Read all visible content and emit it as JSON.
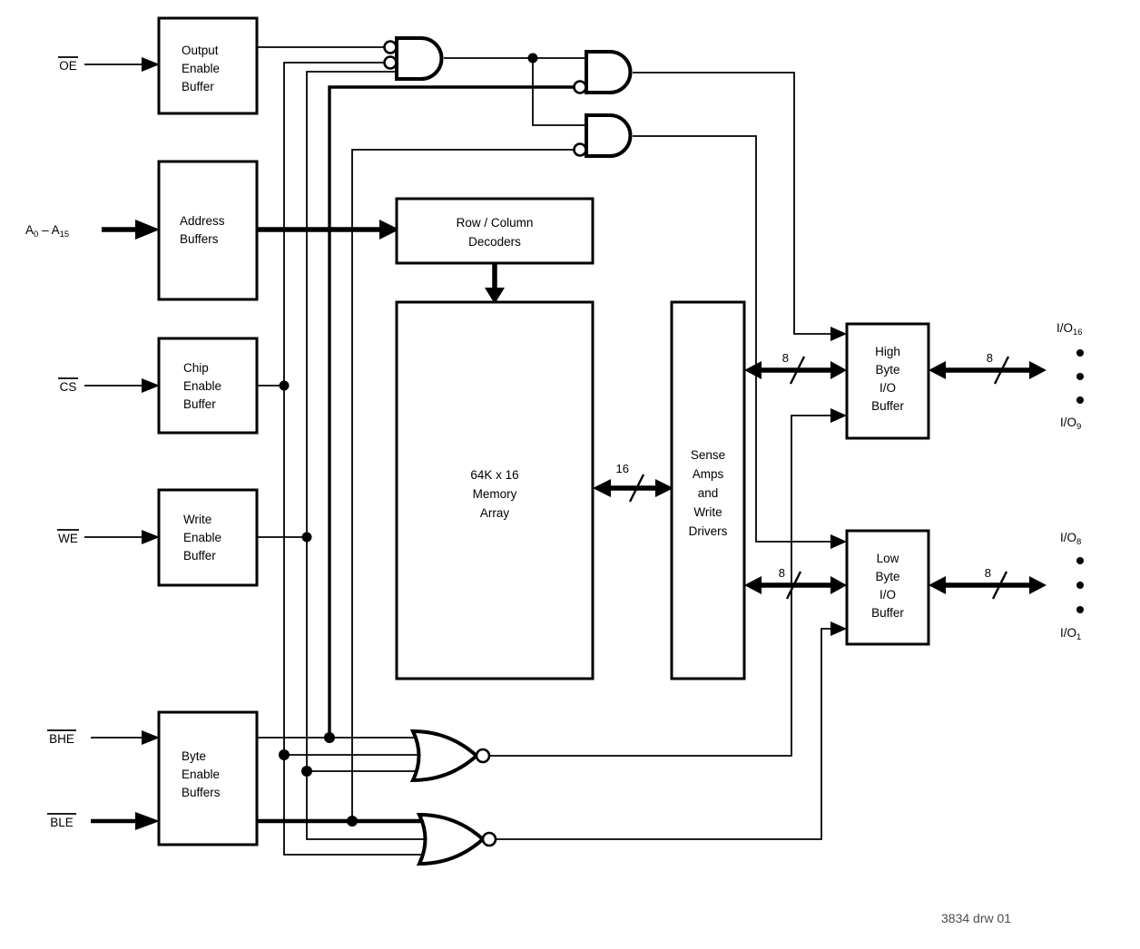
{
  "signals": {
    "oe": {
      "label": "OE"
    },
    "addr": {
      "p1": "A",
      "s1": "0",
      "p2": " – A",
      "s2": "15"
    },
    "cs": {
      "label": "CS"
    },
    "we": {
      "label": "WE"
    },
    "bhe": {
      "label": "BHE"
    },
    "ble": {
      "label": "BLE"
    }
  },
  "blocks": {
    "output_enable_buffer": {
      "lines": [
        "Output",
        "Enable",
        "Buffer"
      ]
    },
    "address_buffers": {
      "lines": [
        "Address",
        "Buffers"
      ]
    },
    "chip_enable_buffer": {
      "lines": [
        "Chip",
        "Enable",
        "Buffer"
      ]
    },
    "write_enable_buffer": {
      "lines": [
        "Write",
        "Enable",
        "Buffer"
      ]
    },
    "byte_enable_buffers": {
      "lines": [
        "Byte",
        "Enable",
        "Buffers"
      ]
    },
    "row_column_decoders": {
      "lines": [
        "Row / Column",
        "Decoders"
      ]
    },
    "memory_array": {
      "lines": [
        "64K x 16",
        "Memory",
        "Array"
      ]
    },
    "sense_amps": {
      "lines": [
        "Sense",
        "Amps",
        "and",
        "Write",
        "Drivers"
      ]
    },
    "high_byte_io_buffer": {
      "lines": [
        "High",
        "Byte",
        "I/O",
        "Buffer"
      ]
    },
    "low_byte_io_buffer": {
      "lines": [
        "Low",
        "Byte",
        "I/O",
        "Buffer"
      ]
    }
  },
  "buses": {
    "memory_to_sense_width": "16",
    "sense_to_high_width": "8",
    "high_to_pins_width": "8",
    "sense_to_low_width": "8",
    "low_to_pins_width": "8"
  },
  "io_pins": {
    "prefix": "I/O",
    "high_top_sub": "16",
    "high_bottom_sub": "9",
    "low_top_sub": "8",
    "low_bottom_sub": "1"
  },
  "footer": {
    "drawing_number": "3834 drw 01"
  },
  "colors": {
    "line": "#000000",
    "background": "#ffffff",
    "footer_text": "#4d4d4d"
  }
}
